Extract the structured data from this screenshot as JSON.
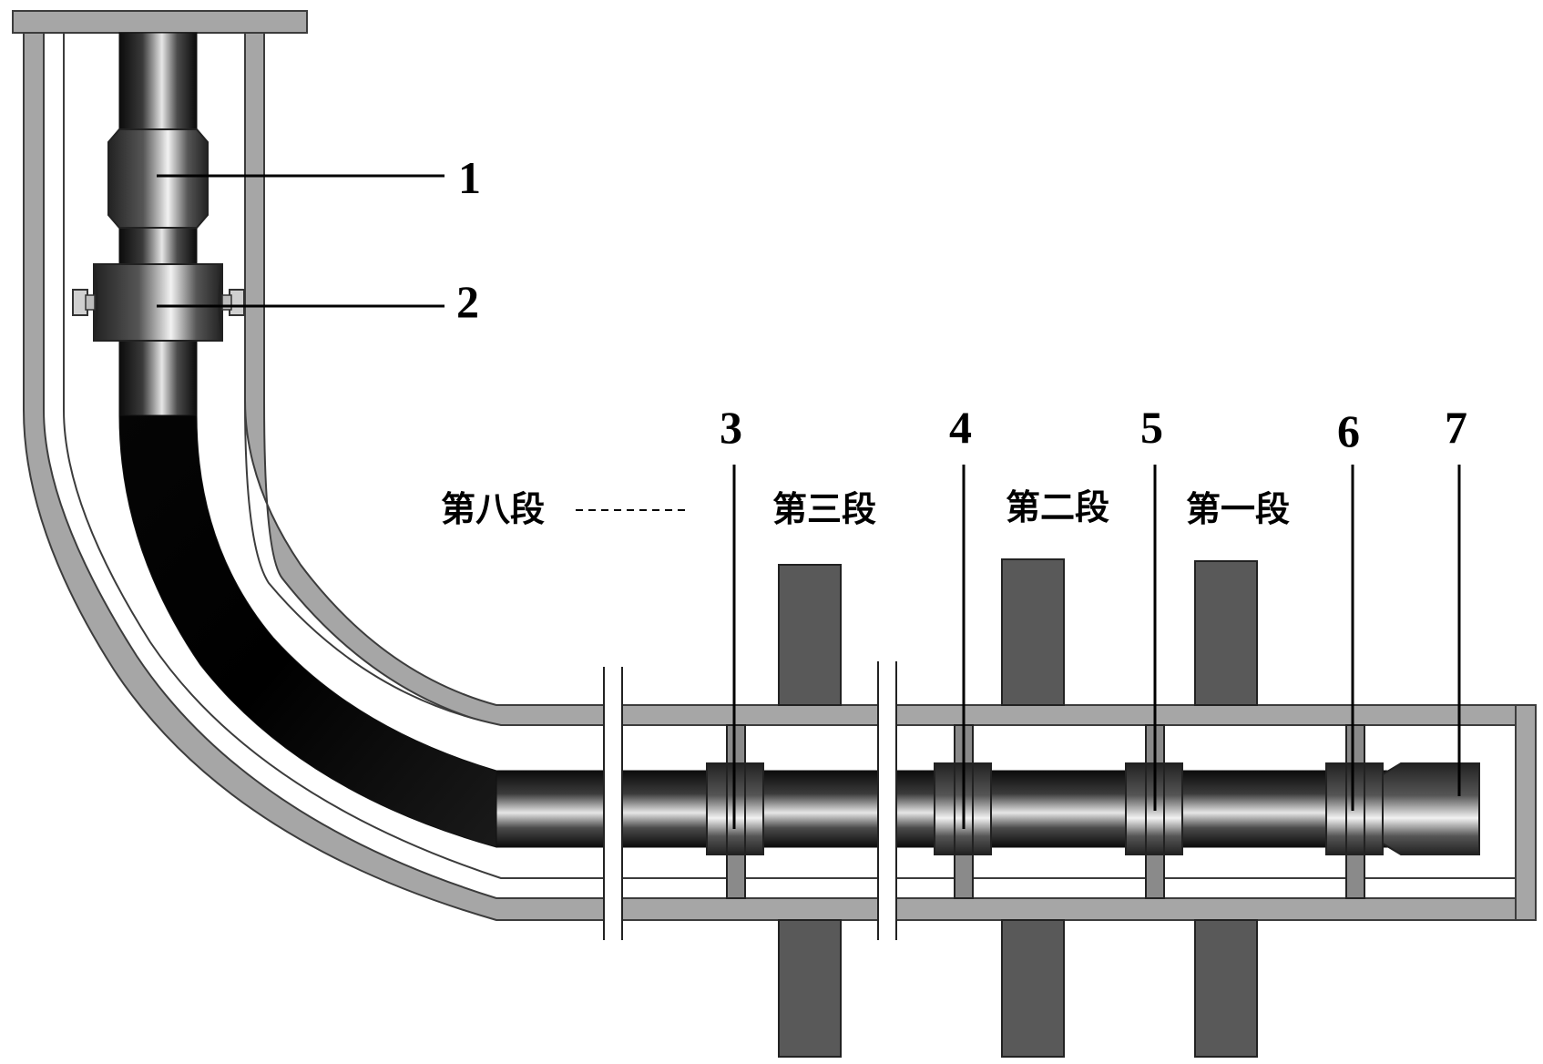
{
  "diagram": {
    "callouts": {
      "c1": "1",
      "c2": "2",
      "c3": "3",
      "c4": "4",
      "c5": "5",
      "c6": "6",
      "c7": "7"
    },
    "sections": {
      "s8": "第八段",
      "s3": "第三段",
      "s2": "第二段",
      "s1": "第一段"
    },
    "colors": {
      "casing": "#a6a6a6",
      "casing_edge": "#3c3c3c",
      "fracture": "#595959",
      "tubing_dark": "#0a0a0a",
      "tubing_light": "#d9d9d9"
    }
  }
}
